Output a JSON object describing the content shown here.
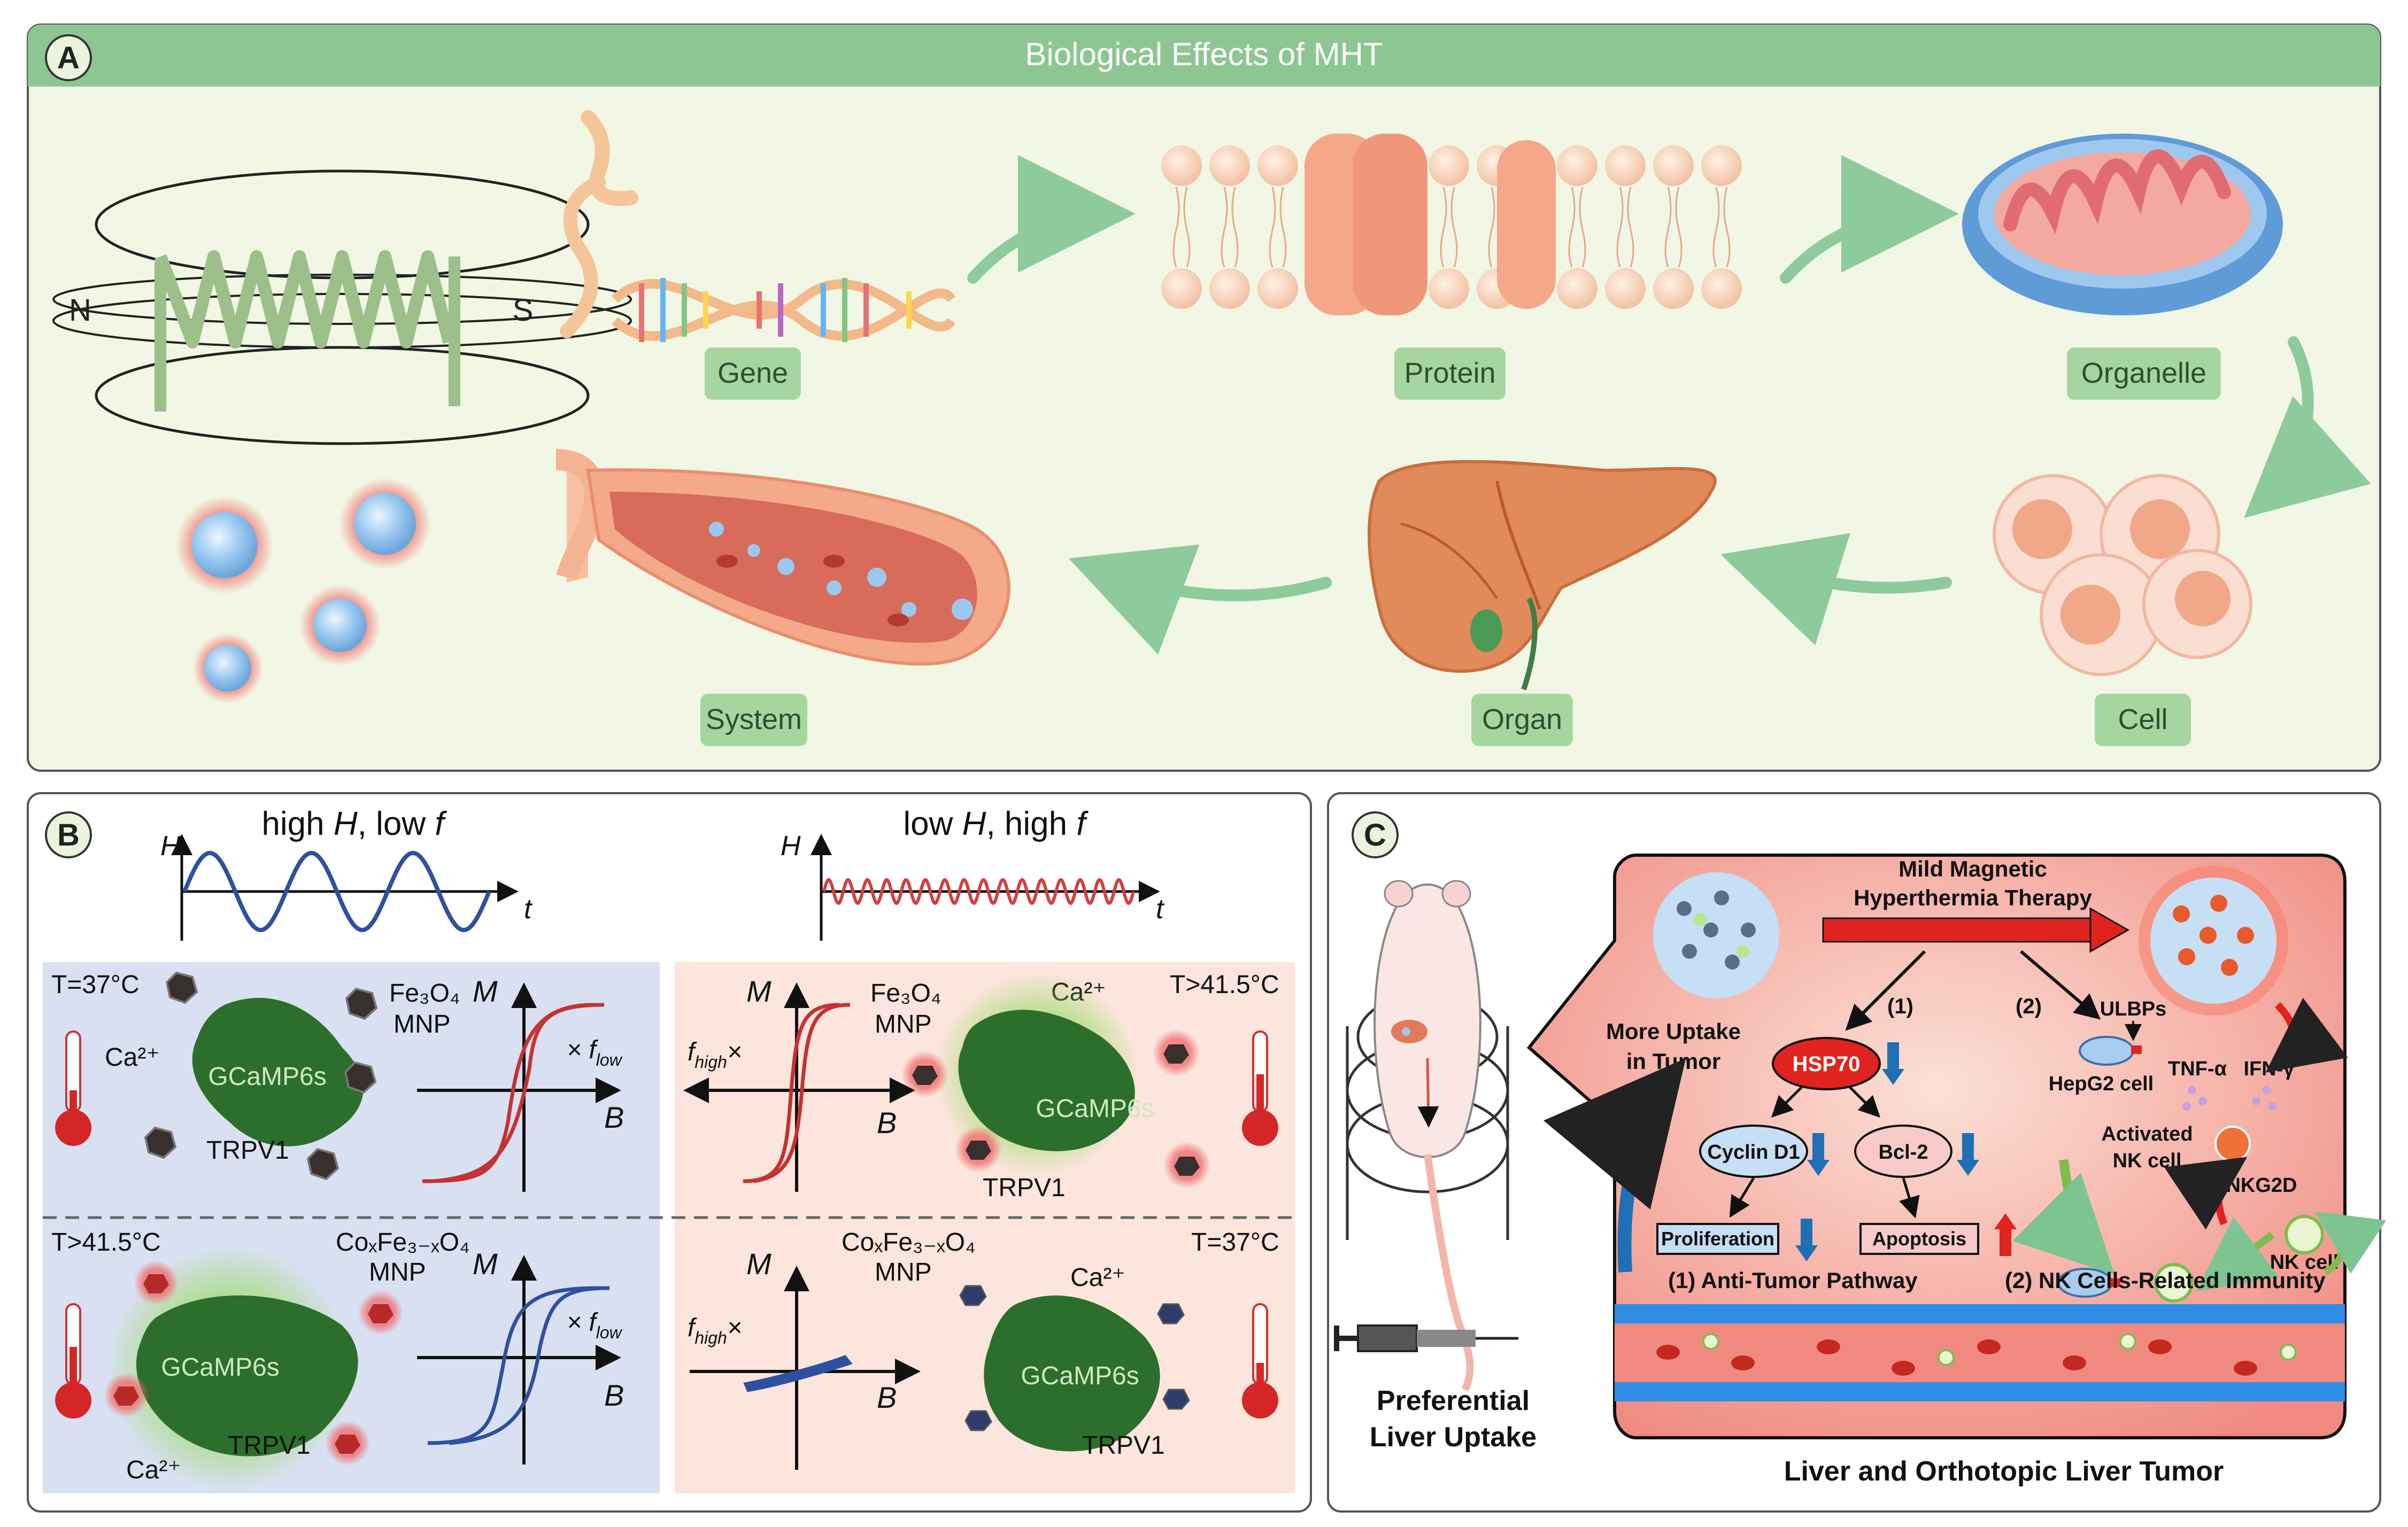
{
  "panel_a": {
    "letter": "A",
    "title": "Biological Effects of MHT",
    "magnet_n": "N",
    "magnet_s": "S",
    "stages": {
      "gene": "Gene",
      "protein": "Protein",
      "organelle": "Organelle",
      "cell": "Cell",
      "organ": "Organ",
      "system": "System"
    },
    "colors": {
      "header": "#8dc693",
      "panel_bg": "#f1f7e4",
      "label_bg": "#a6d6a0",
      "arrow": "#7cc490"
    }
  },
  "panel_b": {
    "letter": "B",
    "left_title": {
      "a": "high ",
      "b": "H",
      "c": ", low ",
      "d": "f"
    },
    "right_title": {
      "a": "low ",
      "b": "H",
      "c": ", high ",
      "d": "f"
    },
    "axis_H": "H",
    "axis_t": "t",
    "axis_M": "M",
    "axis_B": "B",
    "q1": {
      "temp": "T=37°C",
      "mnp1": "Fe₃O₄",
      "mnp2": "MNP",
      "ca": "Ca²⁺",
      "cell": "GCaMP6s",
      "channel": "TRPV1",
      "factor": "× f",
      "factor_sub": "low"
    },
    "q2": {
      "temp": "T>41.5°C",
      "mnp1": "Fe₃O₄",
      "mnp2": "MNP",
      "ca": "Ca²⁺",
      "cell": "GCaMP6s",
      "channel": "TRPV1",
      "factor": "f",
      "factor_sub": "high",
      "factor_suffix": "×"
    },
    "q3": {
      "temp": "T>41.5°C",
      "mnp1": "CoₓFe₃₋ₓO₄",
      "mnp2": "MNP",
      "ca": "Ca²⁺",
      "cell": "GCaMP6s",
      "channel": "TRPV1",
      "factor": "× f",
      "factor_sub": "low"
    },
    "q4": {
      "temp": "T=37°C",
      "mnp1": "CoₓFe₃₋ₓO₄",
      "mnp2": "MNP",
      "ca": "Ca²⁺",
      "cell": "GCaMP6s",
      "channel": "TRPV1",
      "factor": "f",
      "factor_sub": "high",
      "factor_suffix": "×"
    },
    "colors": {
      "blue_bg": "#d9e0f2",
      "pink_bg": "#fbe5dc",
      "wave_blue": "#2f4fa0",
      "wave_red": "#d04040"
    }
  },
  "panel_c": {
    "letter": "C",
    "therapy1": "Mild Magnetic",
    "therapy2": "Hyperthermia Therapy",
    "more_uptake1": "More Uptake",
    "more_uptake2": "in Tumor",
    "path1": "(1)",
    "path2": "(2)",
    "hsp70": "HSP70",
    "cyclin": "Cyclin D1",
    "bcl2": "Bcl-2",
    "proliferation": "Proliferation",
    "apoptosis": "Apoptosis",
    "ulbps": "ULBPs",
    "hepg2": "HepG2 cell",
    "tnf": "TNF-α",
    "ifn": "IFN-γ",
    "activated1": "Activated",
    "activated2": "NK cell",
    "nkg2d": "NKG2D",
    "nkcell": "NK cell",
    "pathway1": "(1) Anti-Tumor Pathway",
    "pathway2": "(2) NK Cells-Related Immunity",
    "preferential1": "Preferential",
    "preferential2": "Liver Uptake",
    "caption": "Liver and Orthotopic Liver Tumor"
  }
}
